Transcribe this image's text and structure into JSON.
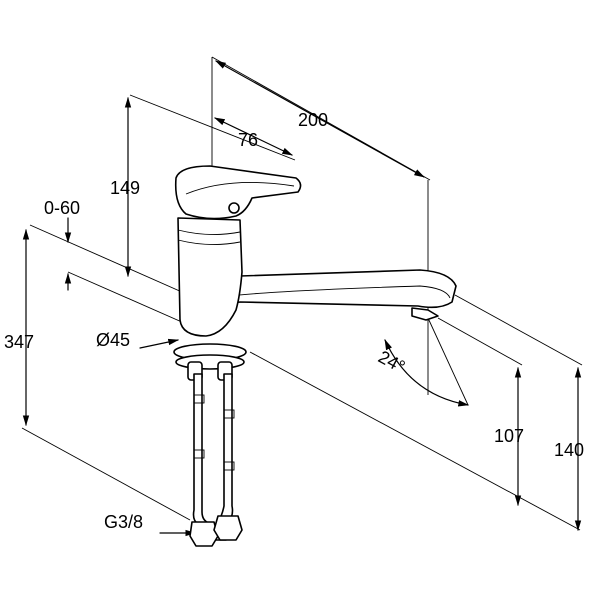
{
  "dimensions": {
    "reach": "200",
    "lever_offset": "76",
    "lever_height": "149",
    "deck_thickness": "0-60",
    "total_height": "347",
    "hole_diameter": "Ø45",
    "spout_angle": "24°",
    "outlet_height": "107",
    "clearance_height": "140",
    "connection_thread": "G3/8"
  }
}
